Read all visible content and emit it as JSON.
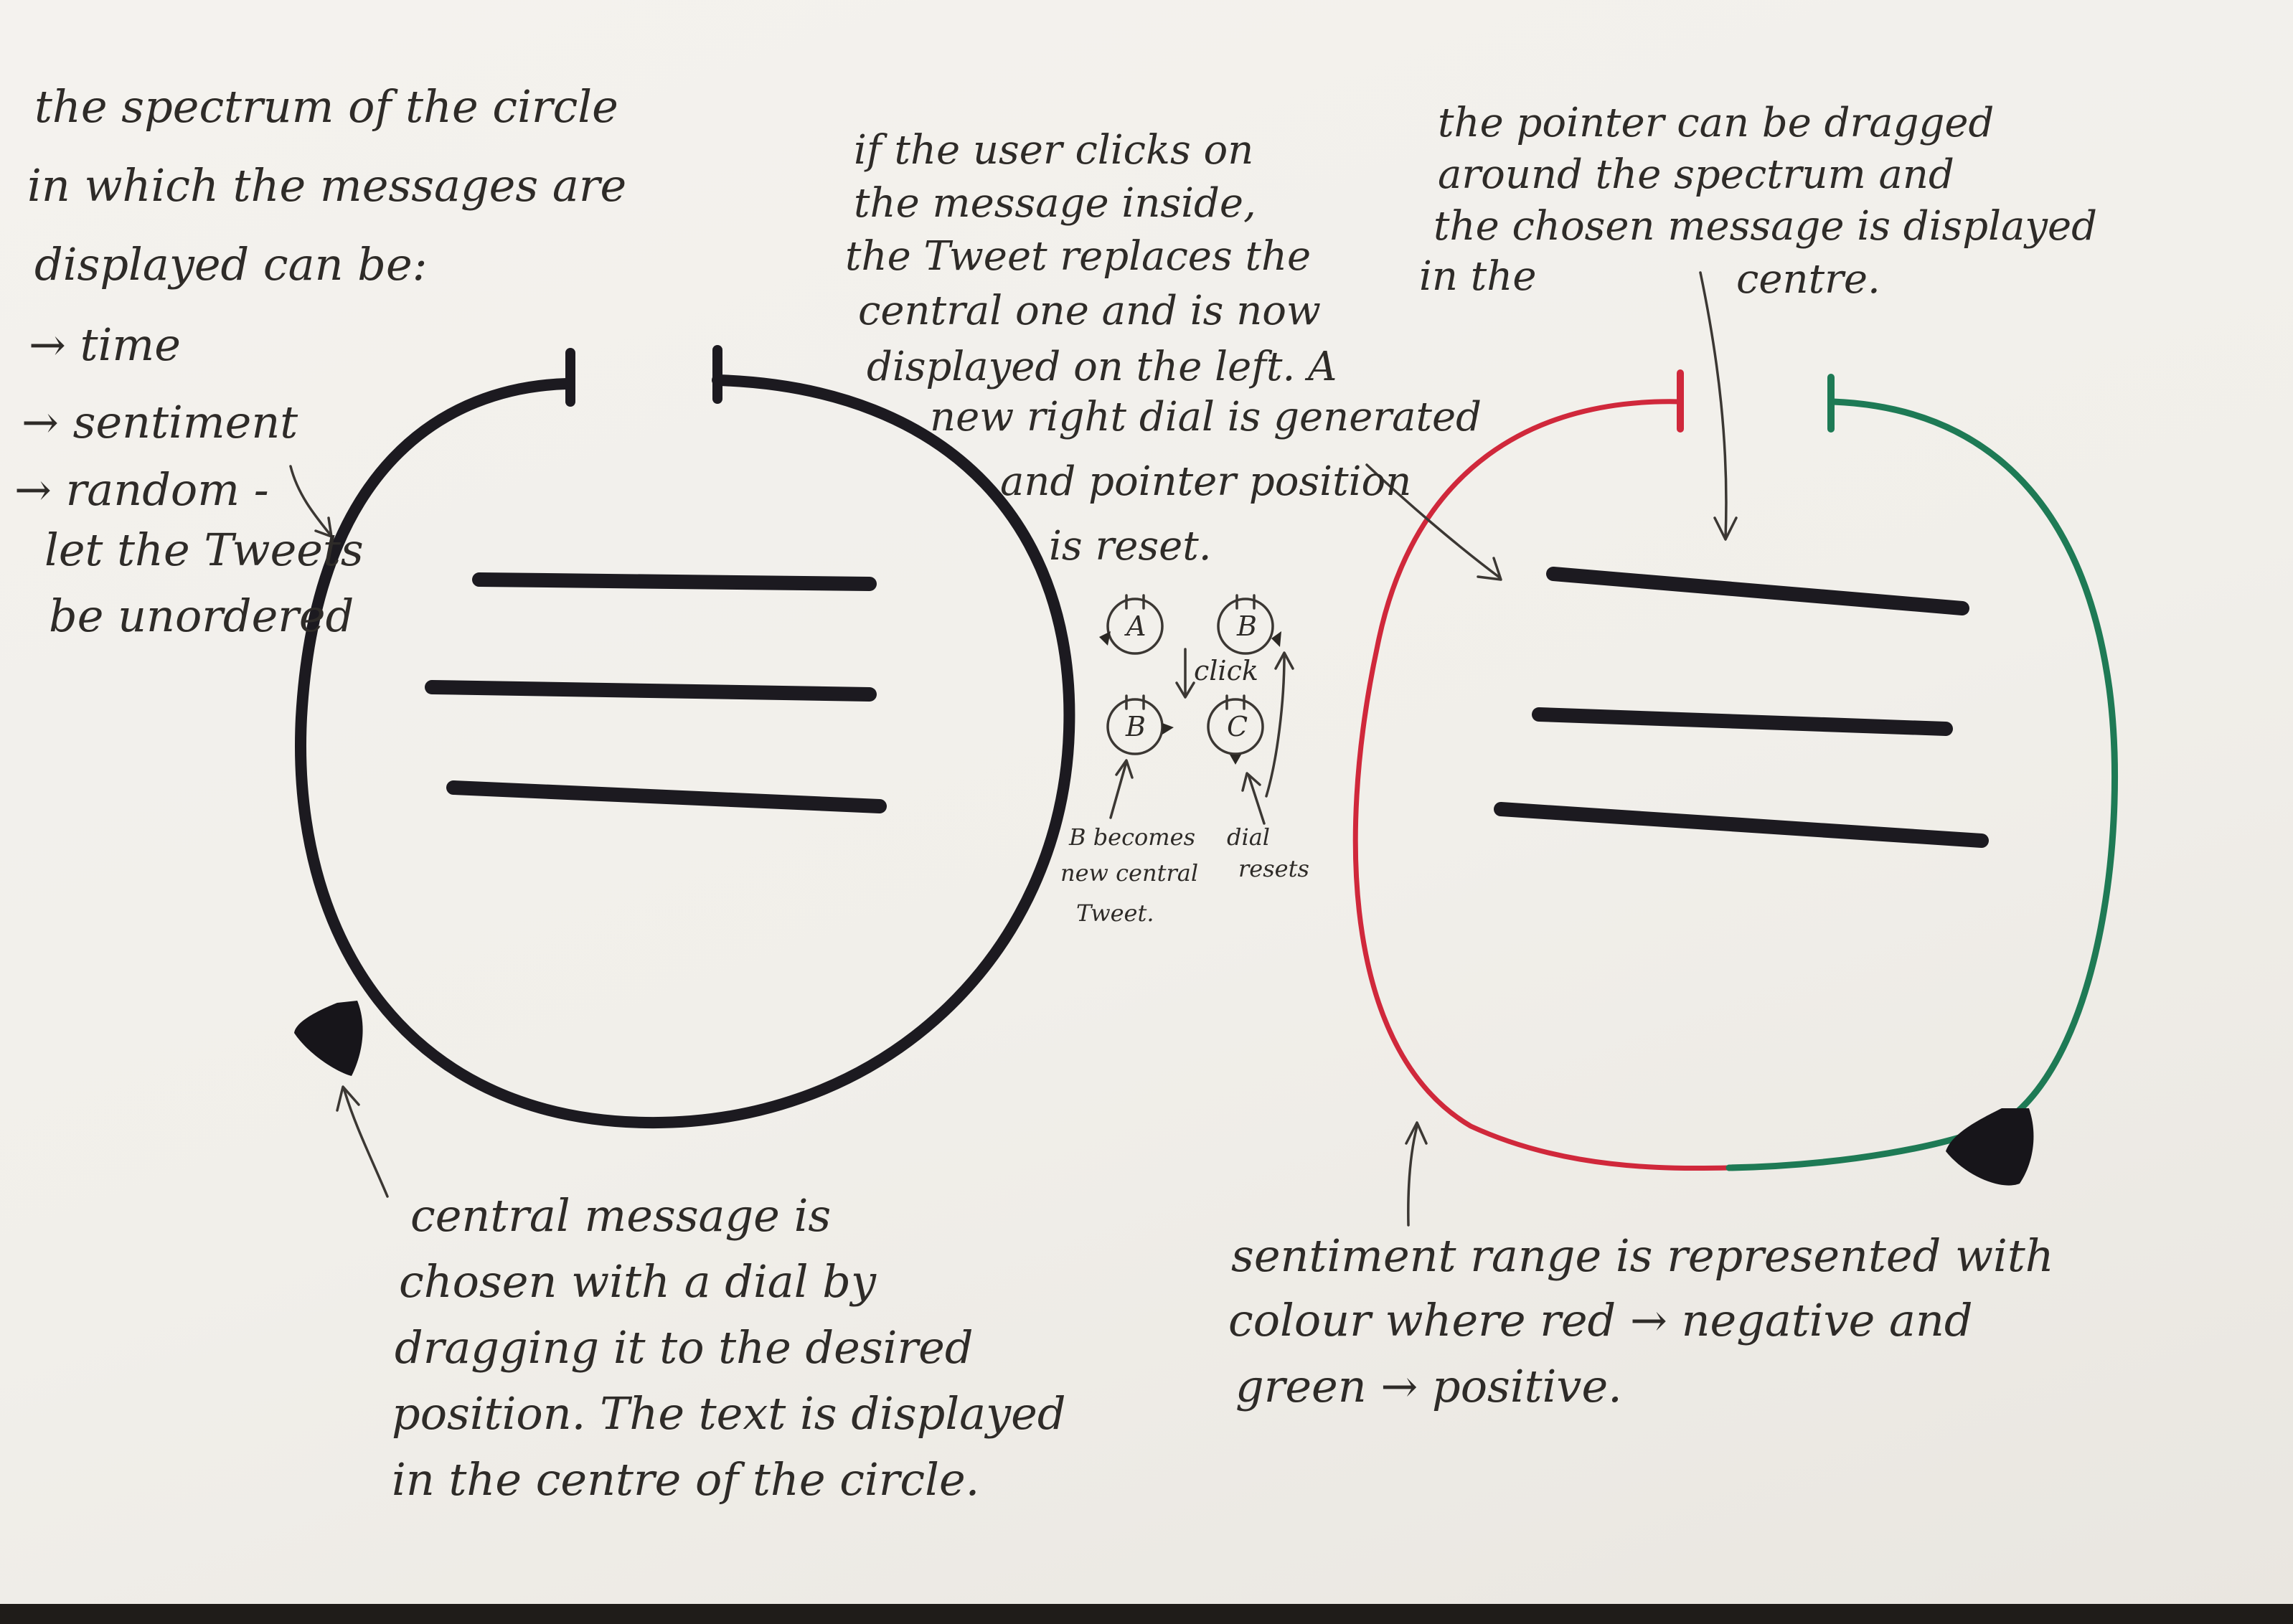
{
  "colors": {
    "ink": "#1c1a20",
    "pencil": "#2e2b28",
    "negative": "#d0283b",
    "positive": "#1e7a55",
    "paper": "#f2f0eb"
  },
  "notes": {
    "spectrum_lines": [
      "the spectrum of the circle",
      "in which the messages are",
      "displayed can be:",
      "→ time",
      "→ sentiment",
      "→ random -",
      "let the Tweets",
      "be unordered"
    ],
    "click_lines": [
      "if the user clicks on",
      "the message inside,",
      "the Tweet replaces the",
      "central one and is now",
      "displayed on the left. A",
      "new right dial is generated",
      "and pointer position",
      "is reset."
    ],
    "pointer_lines": [
      "the pointer can be dragged",
      "around the spectrum and",
      "the chosen message is displayed",
      "in the",
      "centre."
    ],
    "central_lines": [
      "central message is",
      "chosen with a dial by",
      "dragging it to the desired",
      "position. The text is displayed",
      "in the centre of the circle."
    ],
    "sentiment_lines": [
      "sentiment range is represented with",
      "colour where red → negative and",
      "green → positive."
    ]
  },
  "mini_diagram": {
    "dial_labels": [
      "A",
      "B",
      "B",
      "C"
    ],
    "click_label": "click",
    "b_caption": [
      "B becomes",
      "new central",
      "Tweet."
    ],
    "dial_caption": [
      "dial",
      "resets"
    ]
  }
}
